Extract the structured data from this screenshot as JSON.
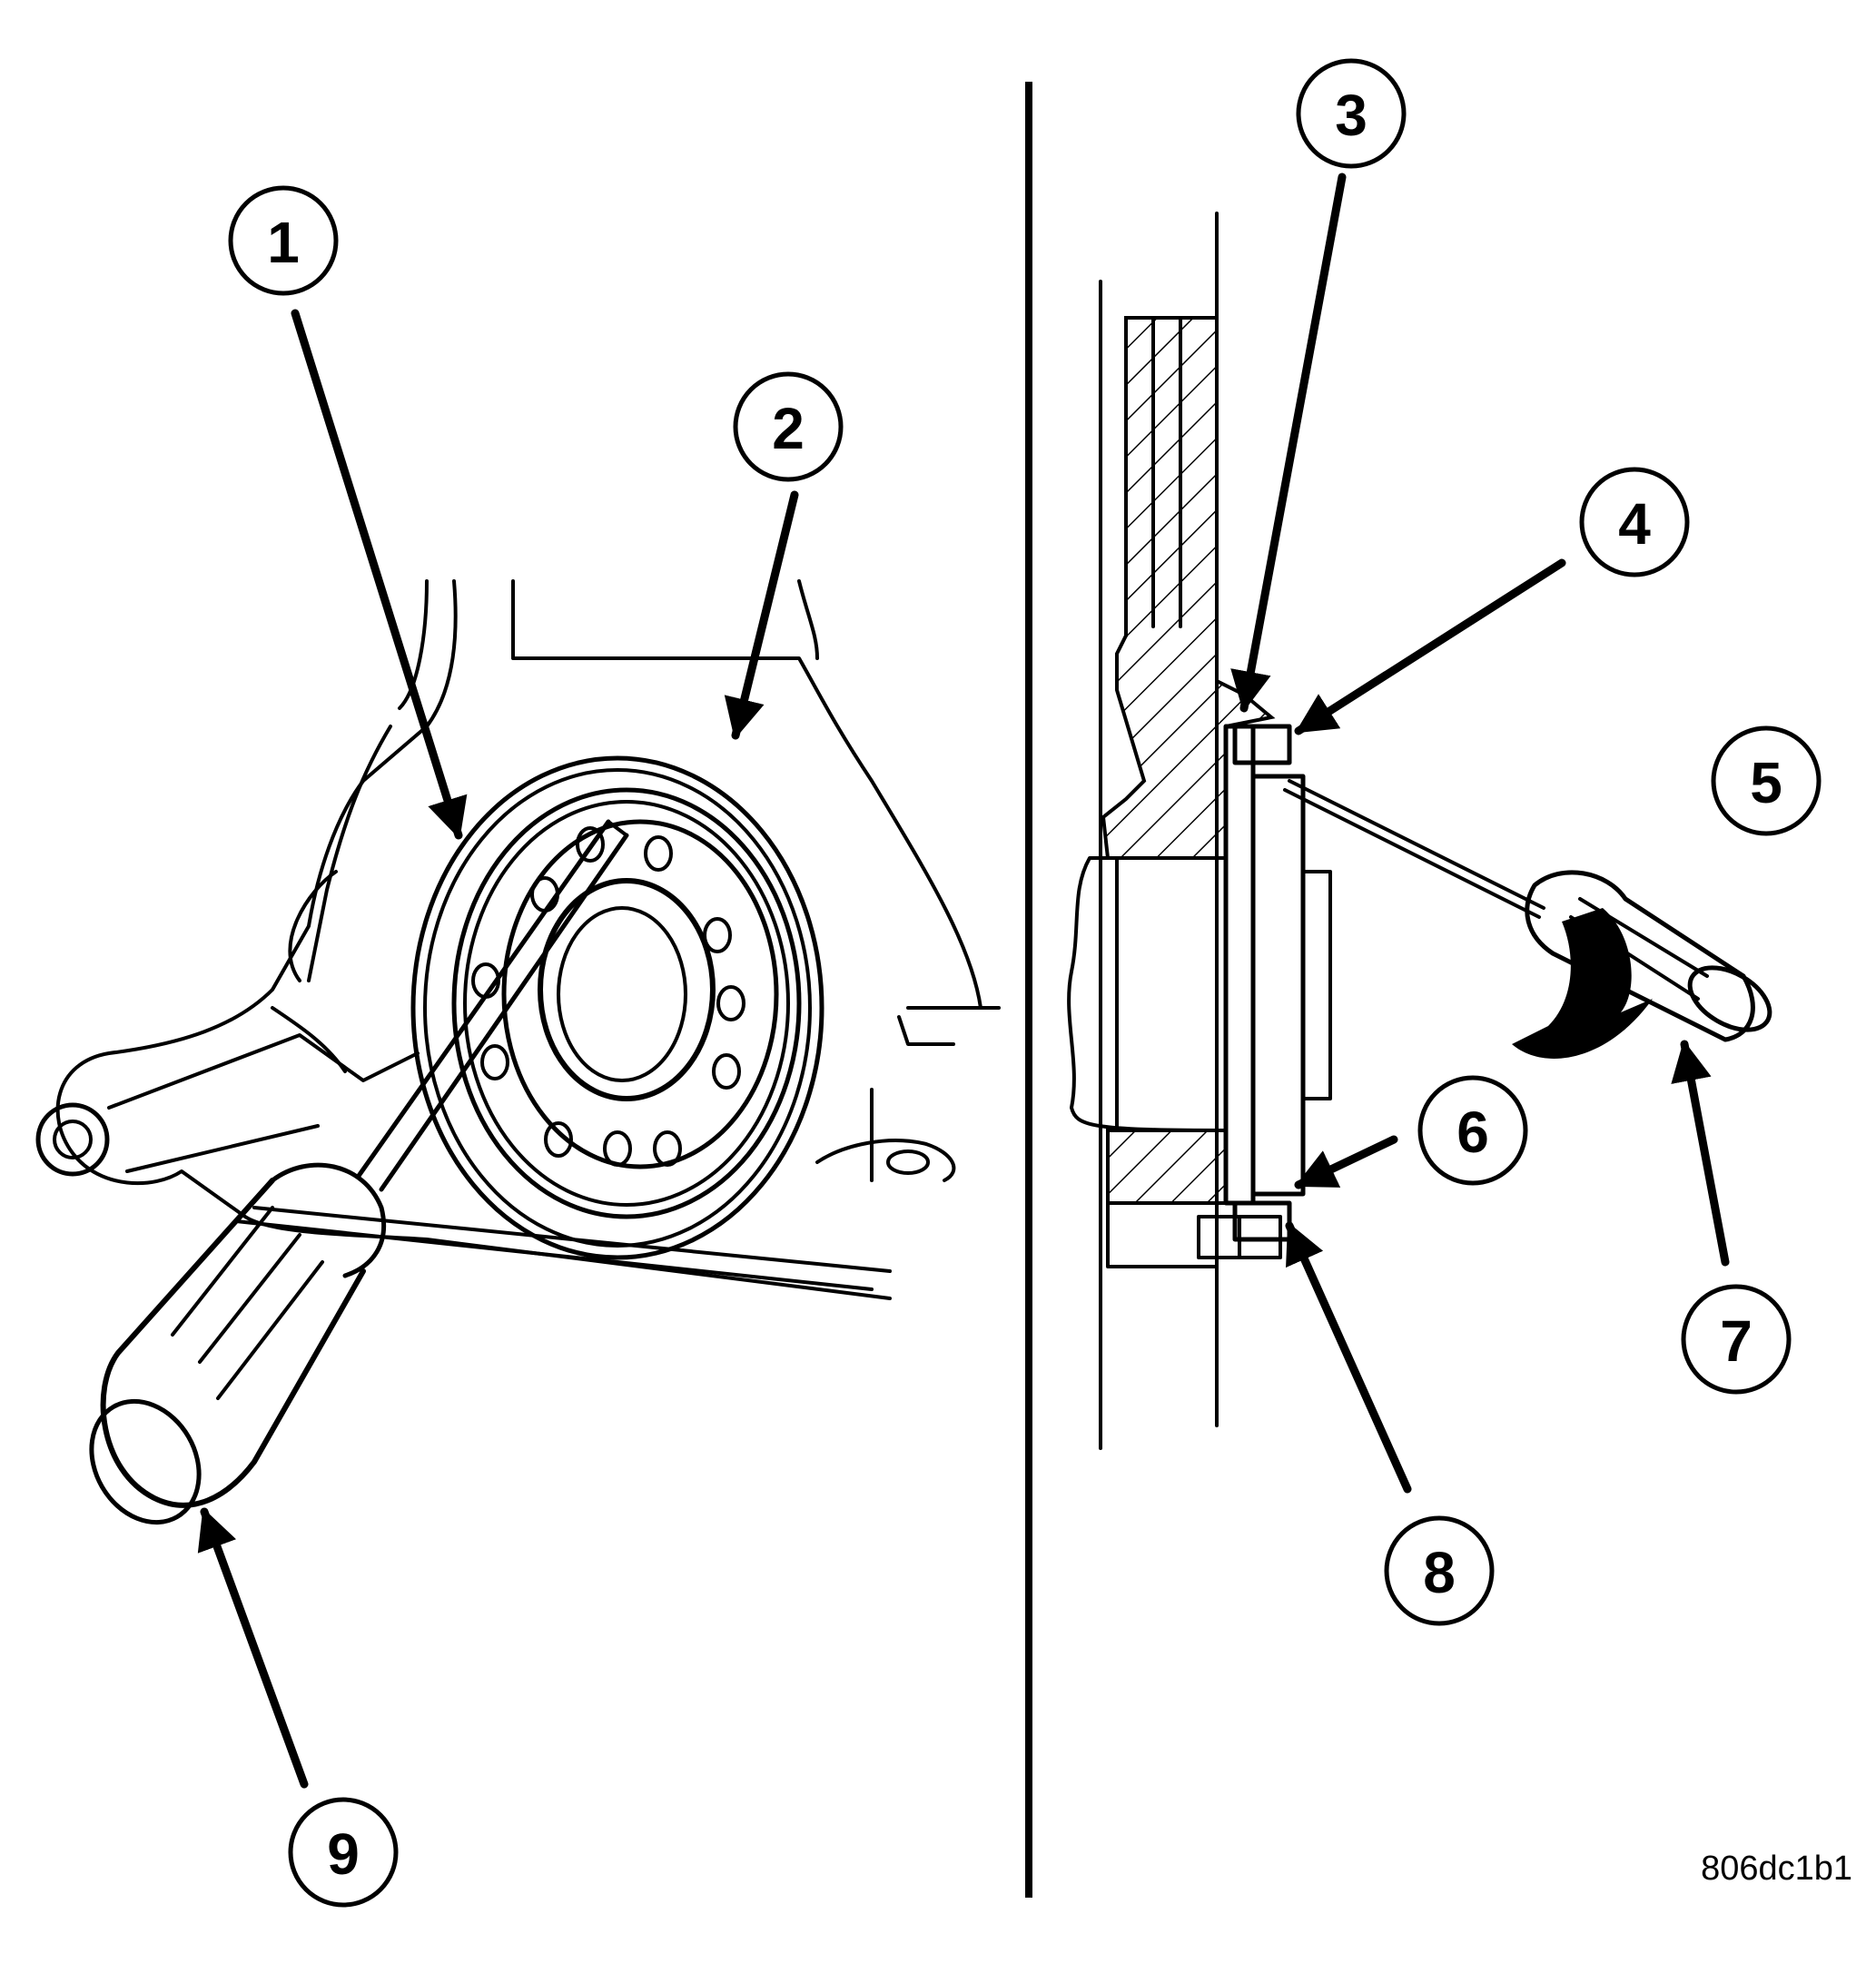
{
  "figure_id": "806dc1b1",
  "callouts": {
    "c1": "1",
    "c2": "2",
    "c3": "3",
    "c4": "4",
    "c5": "5",
    "c6": "6",
    "c7": "7",
    "c8": "8",
    "c9": "9"
  }
}
